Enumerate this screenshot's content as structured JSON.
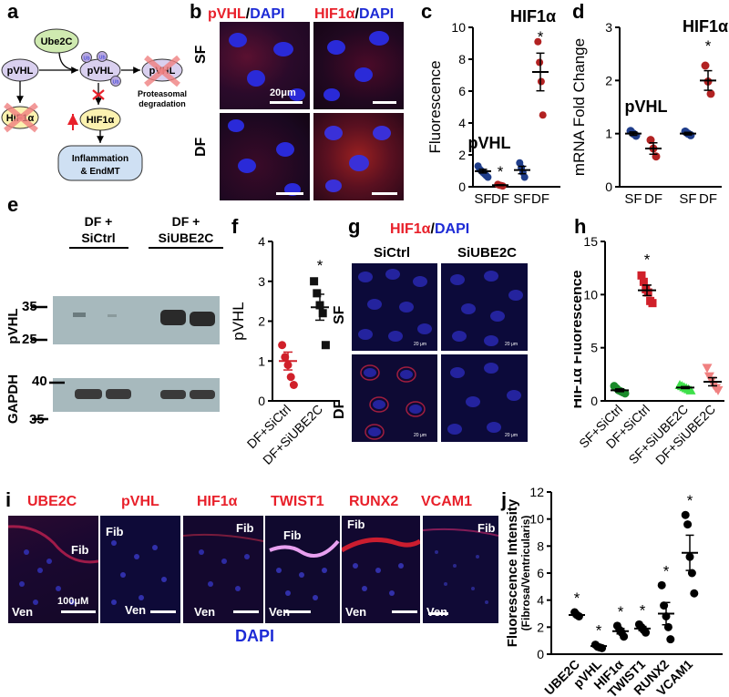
{
  "colors": {
    "red": "#e8202a",
    "blue": "#1d2bd6",
    "navy": "#1f3d8a",
    "maroon": "#b22222",
    "green": "#1a8a2a",
    "lightgreen": "#3ee04a",
    "pink": "#f08080",
    "purple": "#c3b6de",
    "yellowbox": "#fbf2b0",
    "bluebox": "#cfe0f3",
    "greenbox": "#cfeab0",
    "lightpurple": "#d9d0ef"
  },
  "panel_letters": {
    "a": "a",
    "b": "b",
    "c": "c",
    "d": "d",
    "e": "e",
    "f": "f",
    "g": "g",
    "h": "h",
    "i": "i",
    "j": "j"
  },
  "panel_a": {
    "ube2c": "Ube2C",
    "pvhl": "pVHL",
    "pvhl_ub": "pVHL",
    "pvhl_degraded": "pVHL",
    "ub": "Ub",
    "proteasomal": "Proteasomal",
    "degradation": "degradation",
    "hif_blocked": "HIF1α",
    "hif": "HIF1α",
    "inflammation": "Inflammation",
    "endmt": "& EndMT"
  },
  "panel_b": {
    "title1_red": "pVHL",
    "title1_sep": "/",
    "title1_blue": "DAPI",
    "title2_red": "HIF1α",
    "title2_sep": "/",
    "title2_blue": "DAPI",
    "row_sf": "SF",
    "row_df": "DF",
    "scale": "20μm"
  },
  "panel_e": {
    "lane1_l1": "DF +",
    "lane1_l2": "SiCtrl",
    "lane2_l1": "DF +",
    "lane2_l2": "SiUBE2C",
    "pvhl": "pVHL",
    "gapdh": "GAPDH",
    "mw": [
      "35",
      "25",
      "40",
      "35"
    ]
  },
  "panel_g": {
    "title_red": "HIF1α",
    "title_sep": "/",
    "title_blue": "DAPI",
    "col1": "SiCtrl",
    "col2": "SiUBE2C",
    "row_sf": "SF",
    "row_df": "DF",
    "scale": "20 μm"
  },
  "panel_i": {
    "labels": [
      "UBE2C",
      "pVHL",
      "HIF1α",
      "TWIST1",
      "RUNX2",
      "VCAM1"
    ],
    "fib": "Fib",
    "ven": "Ven",
    "scale": "100μM",
    "dapi": "DAPI"
  },
  "chart_data": [
    {
      "panel": "c",
      "type": "scatter",
      "ylabel": "Fluorescence",
      "ylim": [
        0,
        10
      ],
      "yticks": [
        "0",
        "2",
        "4",
        "6",
        "8",
        "10"
      ],
      "categories": [
        "SF",
        "DF",
        "SF",
        "DF"
      ],
      "groups": [
        {
          "label": "pVHL",
          "star": "*",
          "series": [
            {
              "name": "SF",
              "color": "#1f3d8a",
              "points": [
                1.3,
                1.1,
                1.0,
                0.9,
                0.8,
                0.7,
                0.6
              ],
              "mean": 0.98
            },
            {
              "name": "DF",
              "color": "#b22222",
              "points": [
                0.15,
                0.1,
                0.08,
                0.05
              ],
              "mean": 0.1
            }
          ]
        },
        {
          "label": "HIF1α",
          "star": "*",
          "series": [
            {
              "name": "SF",
              "color": "#1f3d8a",
              "points": [
                1.5,
                1.2,
                0.9,
                0.6
              ],
              "mean": 1.05
            },
            {
              "name": "DF",
              "color": "#b22222",
              "points": [
                9.1,
                7.8,
                6.6,
                4.5
              ],
              "mean": 7.2
            }
          ]
        }
      ]
    },
    {
      "panel": "d",
      "type": "scatter",
      "ylabel": "mRNA Fold Change",
      "ylim": [
        0,
        3
      ],
      "yticks": [
        "0",
        "1",
        "2",
        "3"
      ],
      "categories": [
        "SF",
        "DF",
        "SF",
        "DF"
      ],
      "groups": [
        {
          "label": "pVHL",
          "series": [
            {
              "name": "SF",
              "color": "#1f3d8a",
              "points": [
                1.05,
                1.0,
                0.96
              ],
              "mean": 1.0
            },
            {
              "name": "DF",
              "color": "#b22222",
              "points": [
                0.88,
                0.72,
                0.57
              ],
              "mean": 0.72
            }
          ]
        },
        {
          "label": "HIF1α",
          "star": "*",
          "series": [
            {
              "name": "SF",
              "color": "#1f3d8a",
              "points": [
                1.04,
                1.0,
                0.97
              ],
              "mean": 1.0
            },
            {
              "name": "DF",
              "color": "#b22222",
              "points": [
                2.28,
                1.98,
                1.75
              ],
              "mean": 2.0
            }
          ]
        }
      ]
    },
    {
      "panel": "f",
      "type": "scatter",
      "ylabel": "pVHL",
      "ylim": [
        0,
        4
      ],
      "yticks": [
        "0",
        "1",
        "2",
        "3",
        "4"
      ],
      "categories": [
        "DF+SiCtrl",
        "DF+SiUBE2C"
      ],
      "series": [
        {
          "name": "DF+SiCtrl",
          "color": "#d0202a",
          "marker": "circle",
          "points": [
            1.4,
            1.1,
            0.9,
            0.6,
            0.4
          ],
          "mean": 1.0
        },
        {
          "name": "DF+SiUBE2C",
          "color": "#111111",
          "marker": "square",
          "points": [
            3.0,
            2.7,
            2.4,
            2.2,
            1.4
          ],
          "mean": 2.35,
          "star": "*"
        }
      ]
    },
    {
      "panel": "h",
      "type": "scatter",
      "ylabel": "HIF1α  Fluorescence",
      "ylim": [
        0,
        15
      ],
      "yticks": [
        "0",
        "5",
        "10",
        "15"
      ],
      "categories": [
        "SF+SiCtrl",
        "DF+SiCtrl",
        "SF+SiUBE2C",
        "DF+SiUBE2C"
      ],
      "series": [
        {
          "name": "SF+SiCtrl",
          "color": "#1a8a2a",
          "marker": "circle",
          "points": [
            1.4,
            1.2,
            1.0,
            0.9,
            0.8,
            0.7
          ],
          "mean": 1.0
        },
        {
          "name": "DF+SiCtrl",
          "color": "#d0202a",
          "marker": "square",
          "points": [
            11.8,
            11.2,
            10.5,
            10.2,
            9.4,
            9.2
          ],
          "mean": 10.4,
          "star": "*"
        },
        {
          "name": "SF+SiUBE2C",
          "color": "#3ee04a",
          "marker": "triangle",
          "points": [
            1.5,
            1.4,
            1.3,
            1.2,
            1.1,
            1.0
          ],
          "mean": 1.25
        },
        {
          "name": "DF+SiUBE2C",
          "color": "#f08080",
          "marker": "triangle-down",
          "points": [
            3.1,
            2.3,
            1.9,
            1.5,
            1.2,
            1.0
          ],
          "mean": 1.8
        }
      ]
    },
    {
      "panel": "j",
      "type": "scatter",
      "ylabel": "Fluorescence Intensity",
      "ylabel2": "(Fibrosa/Ventricularis)",
      "ylim": [
        0,
        12
      ],
      "yticks": [
        "0",
        "2",
        "4",
        "6",
        "8",
        "10",
        "12"
      ],
      "categories": [
        "UBE2C",
        "pVHL",
        "HIF1α",
        "TWIST1",
        "RUNX2",
        "VCAM1"
      ],
      "series": [
        {
          "name": "UBE2C",
          "points": [
            3.1,
            2.9,
            2.8
          ],
          "mean": 2.9,
          "star": "*"
        },
        {
          "name": "pVHL",
          "points": [
            0.7,
            0.55,
            0.5,
            0.45
          ],
          "mean": 0.6,
          "star": "*"
        },
        {
          "name": "HIF1α",
          "points": [
            2.1,
            1.8,
            1.6,
            1.3
          ],
          "mean": 1.7,
          "star": "*"
        },
        {
          "name": "TWIST1",
          "points": [
            2.2,
            2.0,
            1.8,
            1.6
          ],
          "mean": 1.9,
          "star": "*"
        },
        {
          "name": "RUNX2",
          "points": [
            5.1,
            3.6,
            2.8,
            2.0,
            1.1
          ],
          "mean": 3.0,
          "star": "*"
        },
        {
          "name": "VCAM1",
          "points": [
            10.3,
            9.6,
            7.2,
            6.0,
            4.5
          ],
          "mean": 7.5,
          "star": "*"
        }
      ]
    }
  ]
}
